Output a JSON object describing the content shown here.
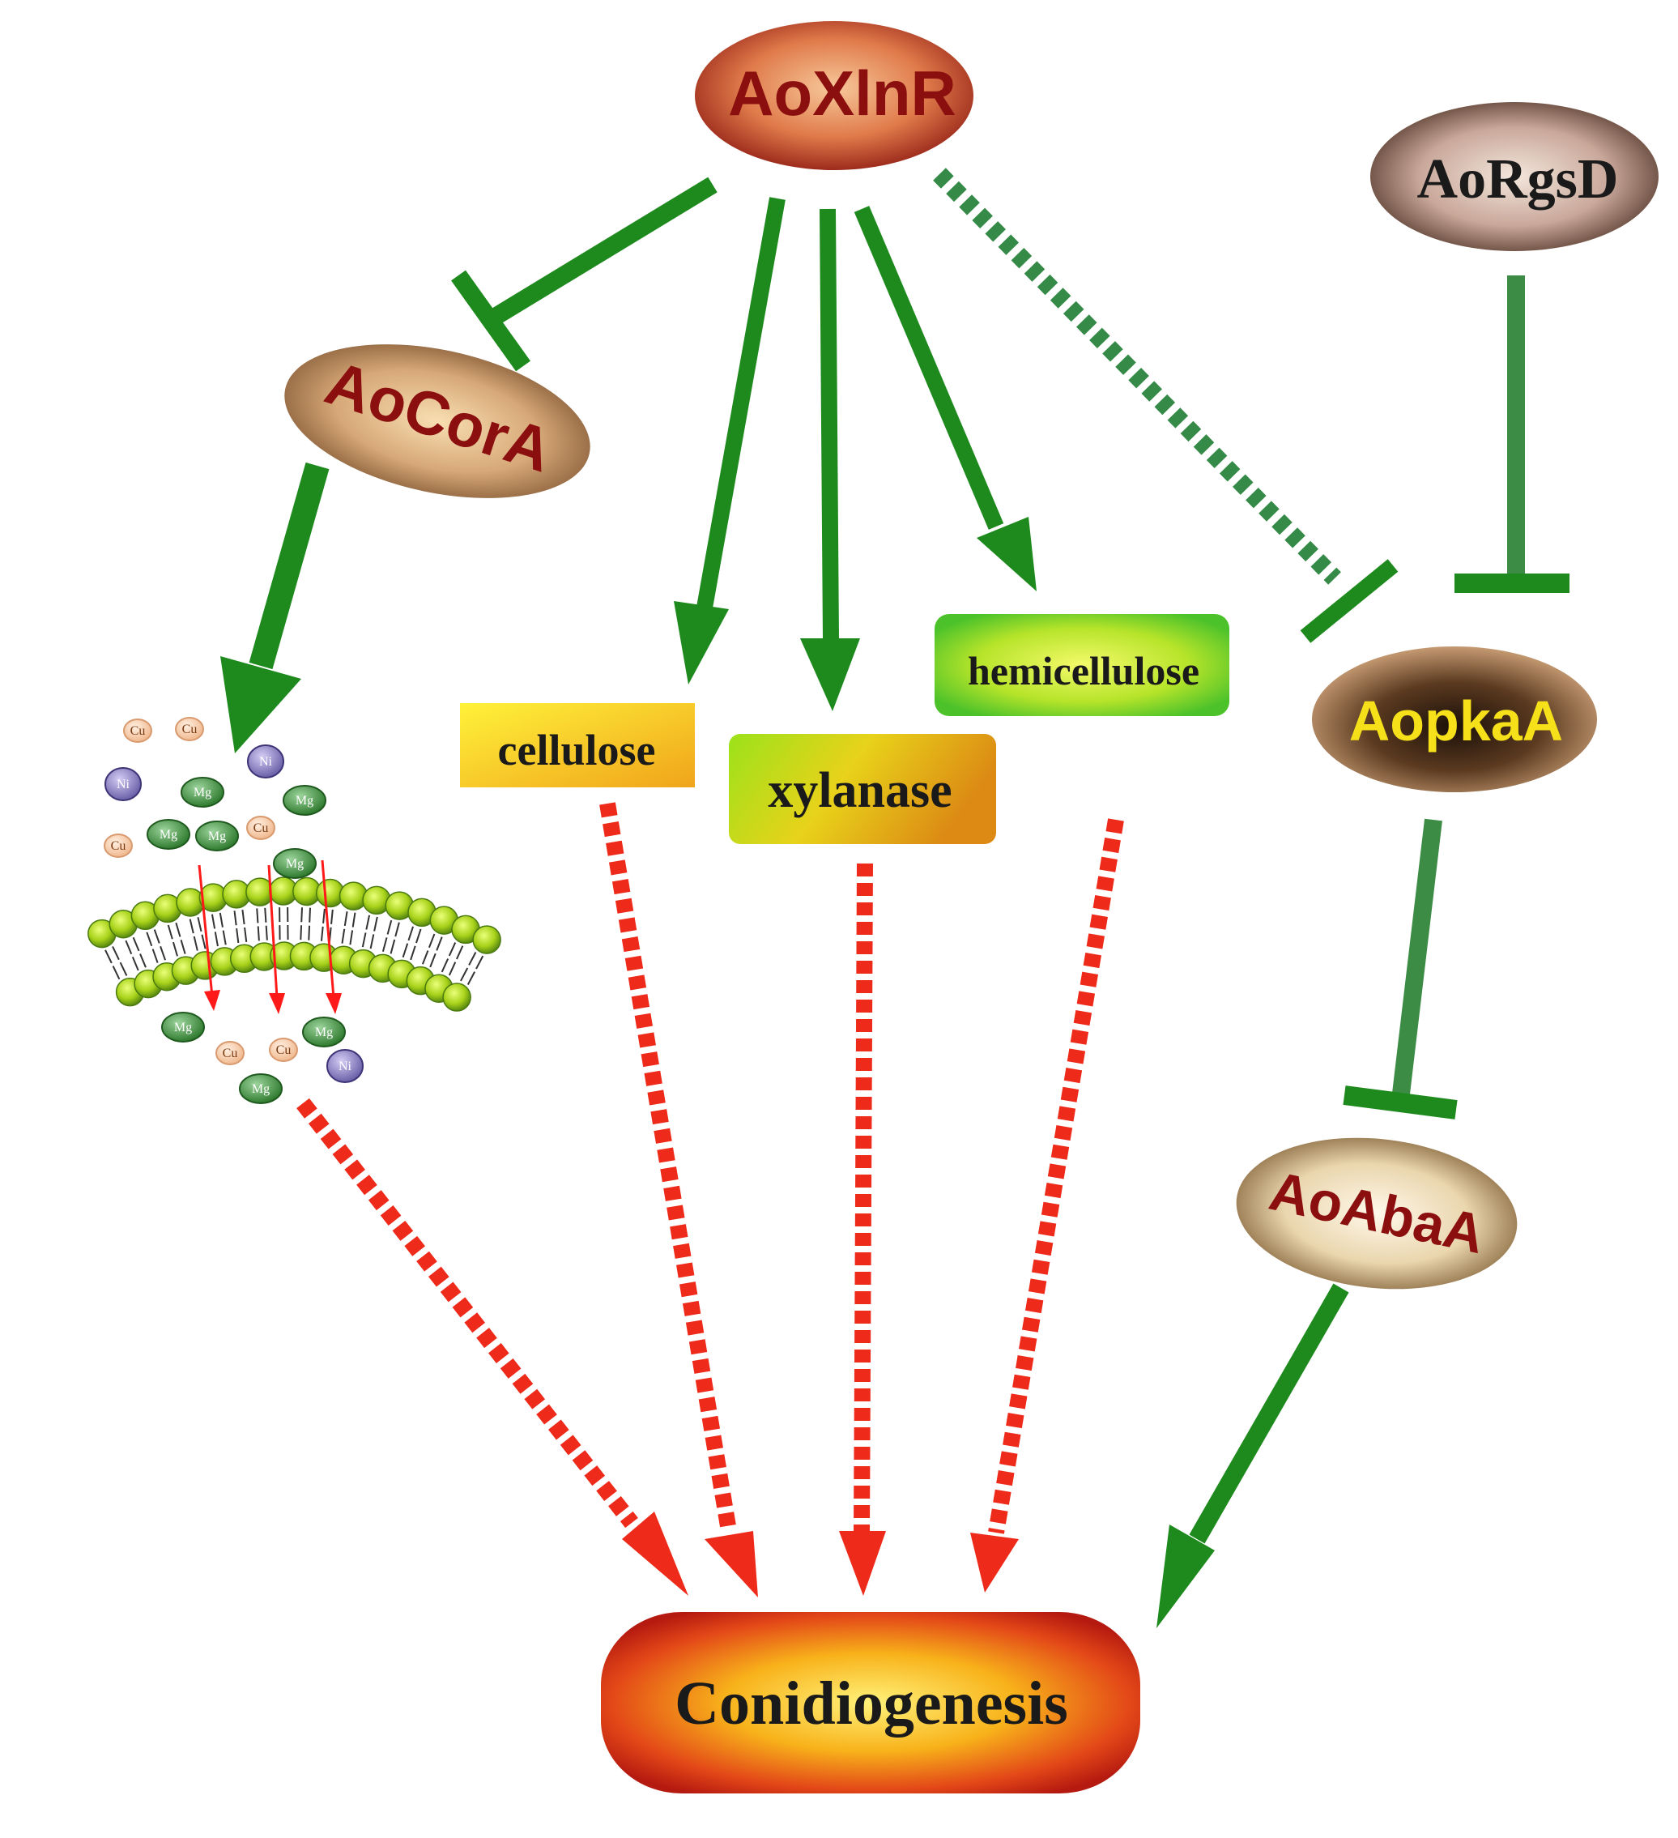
{
  "nodes": {
    "aoxlnr": "AoXlnR",
    "aocora": "AoCorA",
    "aorgsd": "AoRgsD",
    "aopkaa": "AopkaA",
    "aoabaa": "AoAbaA",
    "conidiogenesis": "Conidiogenesis",
    "cellulose": "cellulose",
    "xylanase": "xylanase",
    "hemicellulose": "hemicellulose"
  },
  "ions": {
    "above": [
      "Cu",
      "Cu",
      "Ni",
      "Mg",
      "Ni",
      "Mg",
      "Cu",
      "Mg",
      "Mg",
      "Cu",
      "Mg"
    ],
    "below": [
      "Mg",
      "Cu",
      "Cu",
      "Mg",
      "Ni",
      "Mg"
    ]
  },
  "edges": [
    {
      "from": "AoXlnR",
      "to": "AoCorA",
      "type": "inhibition",
      "style": "solid"
    },
    {
      "from": "AoXlnR",
      "to": "cellulose",
      "type": "activation",
      "style": "solid"
    },
    {
      "from": "AoXlnR",
      "to": "xylanase",
      "type": "activation",
      "style": "solid"
    },
    {
      "from": "AoXlnR",
      "to": "hemicellulose",
      "type": "activation",
      "style": "solid"
    },
    {
      "from": "AoXlnR",
      "to": "AopkaA",
      "type": "inhibition",
      "style": "dashed"
    },
    {
      "from": "AoRgsD",
      "to": "AopkaA",
      "type": "inhibition",
      "style": "solid"
    },
    {
      "from": "AopkaA",
      "to": "AoAbaA",
      "type": "inhibition",
      "style": "solid"
    },
    {
      "from": "AoCorA",
      "to": "ions",
      "type": "activation",
      "style": "solid"
    },
    {
      "from": "ions",
      "to": "Conidiogenesis",
      "type": "activation",
      "style": "dashed"
    },
    {
      "from": "cellulose",
      "to": "Conidiogenesis",
      "type": "activation",
      "style": "dashed"
    },
    {
      "from": "xylanase",
      "to": "Conidiogenesis",
      "type": "activation",
      "style": "dashed"
    },
    {
      "from": "hemicellulose",
      "to": "Conidiogenesis",
      "type": "activation",
      "style": "dashed"
    },
    {
      "from": "AoAbaA",
      "to": "Conidiogenesis",
      "type": "activation",
      "style": "solid"
    }
  ],
  "colors": {
    "activation": "#1e8a1e",
    "inhibition_rgsd": "#3c8c46",
    "dashed_green": "#358a48",
    "dashed_red": "#ee2a1a",
    "node_label": "#8b0f0f",
    "aopkaa_label": "#f5e01a",
    "membrane_head": "#9acd1a",
    "ion_mg": "#3d8c3d",
    "ion_cu": "#f3c4a2",
    "ion_ni": "#7a72b8"
  }
}
